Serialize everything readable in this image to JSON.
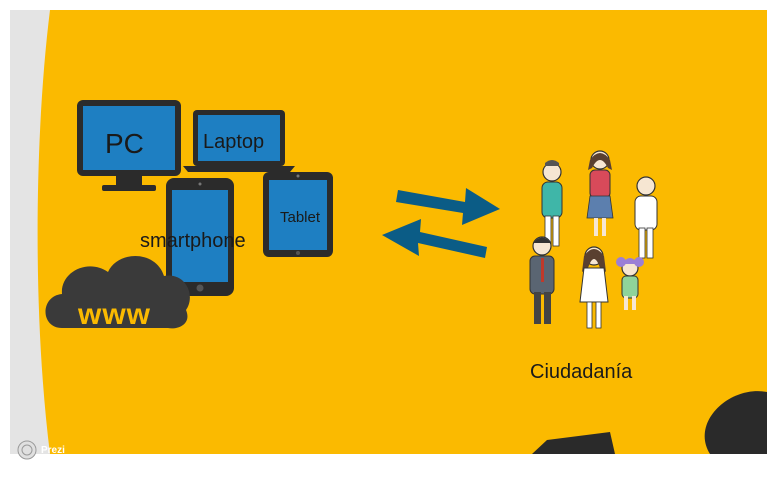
{
  "slide": {
    "devices": {
      "pc_label": "PC",
      "laptop_label": "Laptop",
      "tablet_label": "Tablet",
      "smartphone_label": "smartphone",
      "cloud_label": "www"
    },
    "citizens_label": "Ciudadanía",
    "arrows": [
      "arrow-right",
      "arrow-left"
    ],
    "colors": {
      "background": "#FBBA00",
      "screen": "#1E7FC2",
      "device_frame": "#2b2b2b",
      "arrow": "#0B5C86",
      "cloud": "#3a3a3a"
    }
  },
  "branding": {
    "prezi_label": "Prezi"
  }
}
